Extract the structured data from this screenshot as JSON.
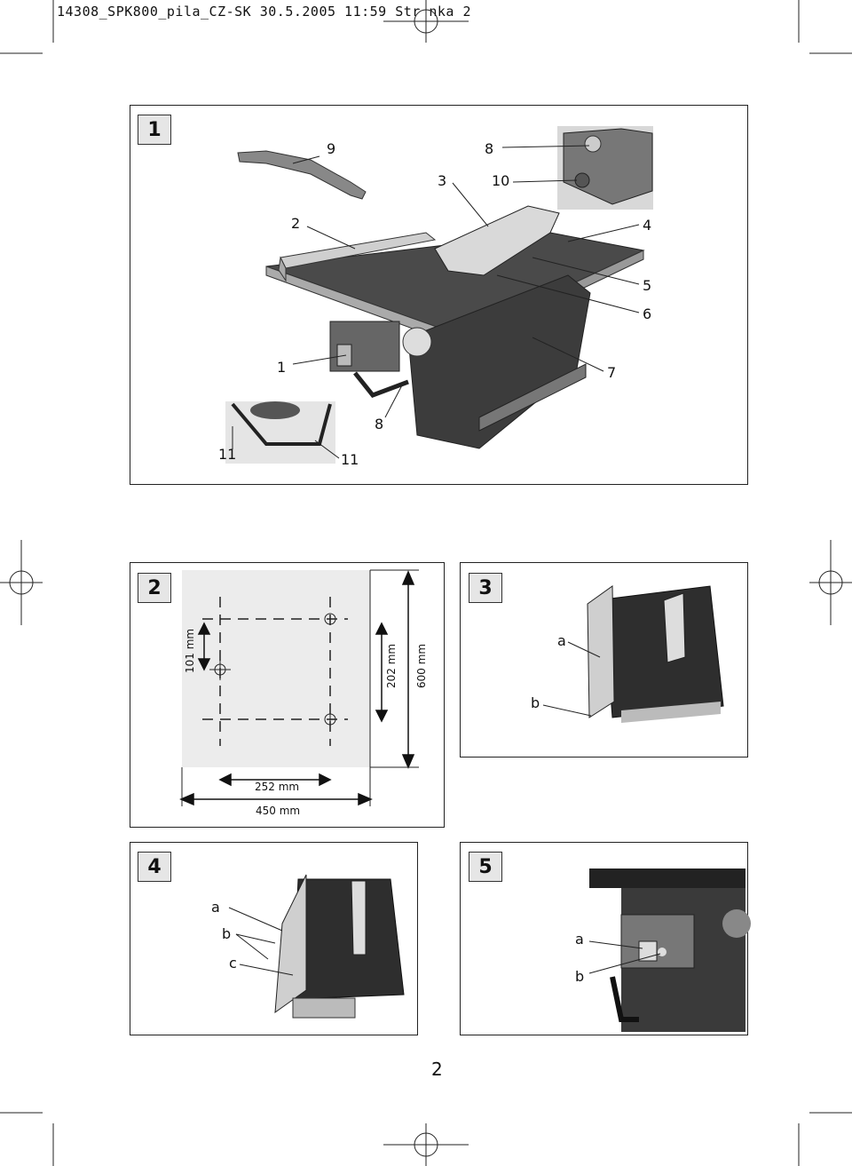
{
  "header": {
    "text": "14308_SPK800_pila_CZ-SK   30.5.2005   11:59   Str nka 2"
  },
  "figure1": {
    "number": "1",
    "callouts": [
      "9",
      "8",
      "3",
      "10",
      "2",
      "4",
      "5",
      "6",
      "1",
      "7",
      "8",
      "11",
      "11"
    ]
  },
  "figure2": {
    "number": "2",
    "dimensions": {
      "d101": "101 mm",
      "d202": "202 mm",
      "d600": "600 mm",
      "d252": "252 mm",
      "d450": "450 mm"
    }
  },
  "figure3": {
    "number": "3",
    "callouts": [
      "a",
      "b"
    ]
  },
  "figure4": {
    "number": "4",
    "callouts": [
      "a",
      "b",
      "c"
    ]
  },
  "figure5": {
    "number": "5",
    "callouts": [
      "a",
      "b"
    ]
  },
  "page_number": "2"
}
